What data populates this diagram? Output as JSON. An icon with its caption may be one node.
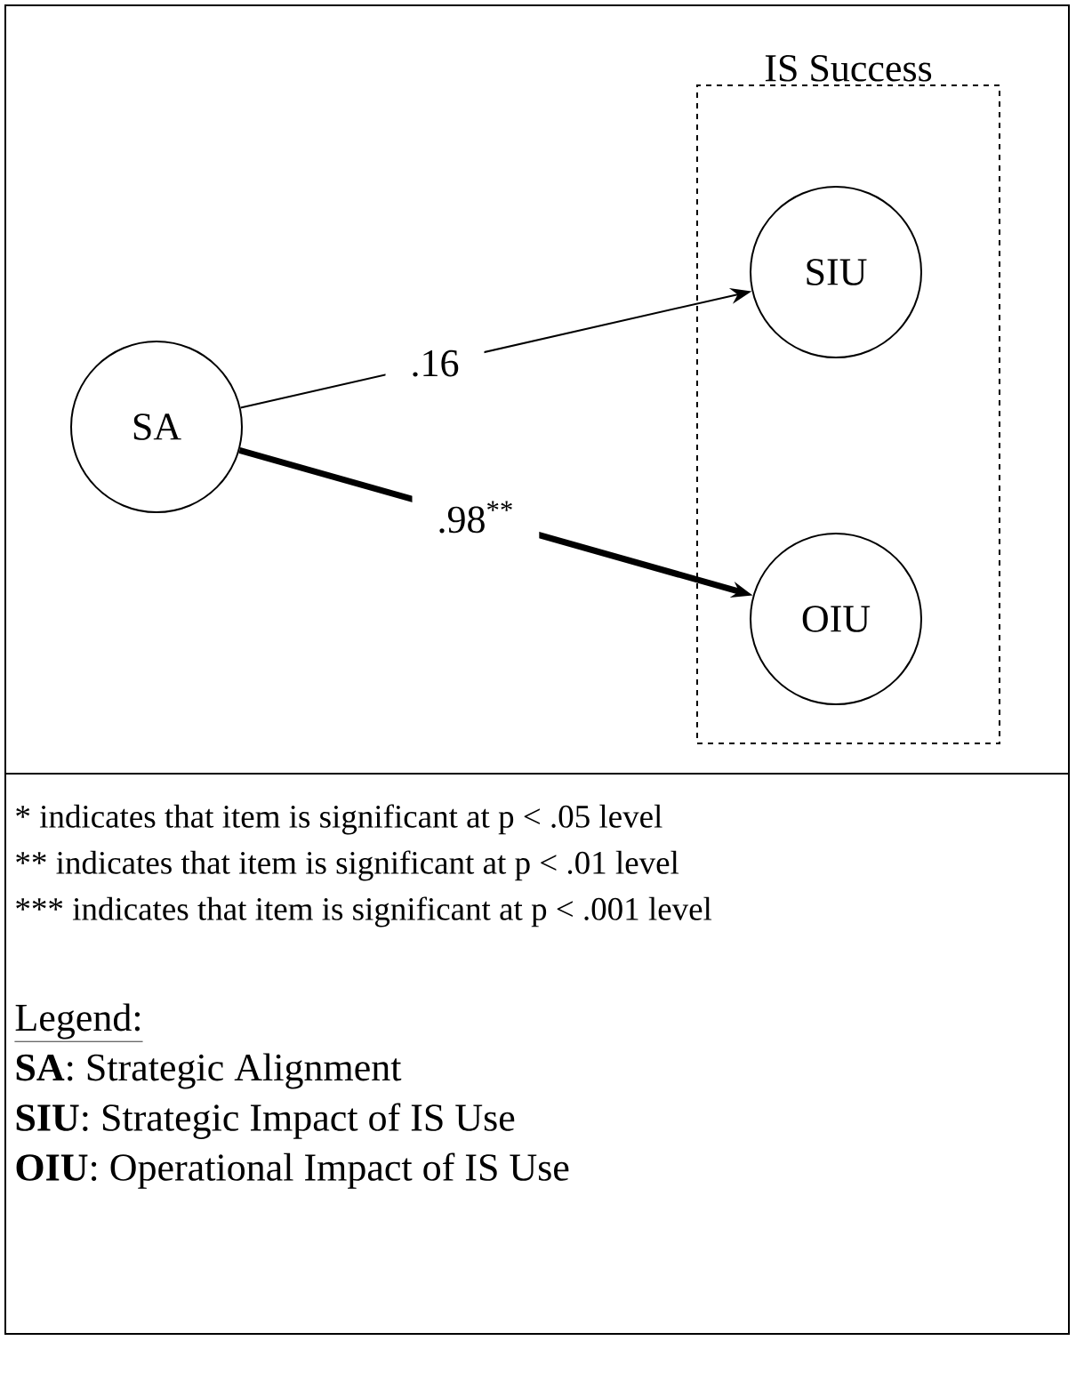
{
  "diagram": {
    "nodes": [
      {
        "text": [
          "SA"
        ]
      },
      {
        "text": [
          "IS Success"
        ]
      },
      {
        "text": [
          "SIU"
        ],
        "in": 1
      },
      {
        "text": [
          "OIU"
        ],
        "in": 1
      }
    ],
    "edges": [
      {
        "from": 0,
        "to": 2,
        "arrow": "to",
        "label": ".16"
      },
      {
        "from": 0,
        "to": 3,
        "arrow": "to",
        "label": ".98$^{**}$",
        "style": "thick"
      }
    ],
    "labels": [
      "* indicates that item is significant at p < .05 level",
      "** indicates that item is significant at p < .01 level",
      "*** indicates that item is significant at p < .001 level",
      "Legend:",
      "**SA**: Strategic Alignment",
      "**SIU**: Strategic Impact of IS Use",
      "**OIU**: Operational Impact of IS Use"
    ]
  }
}
